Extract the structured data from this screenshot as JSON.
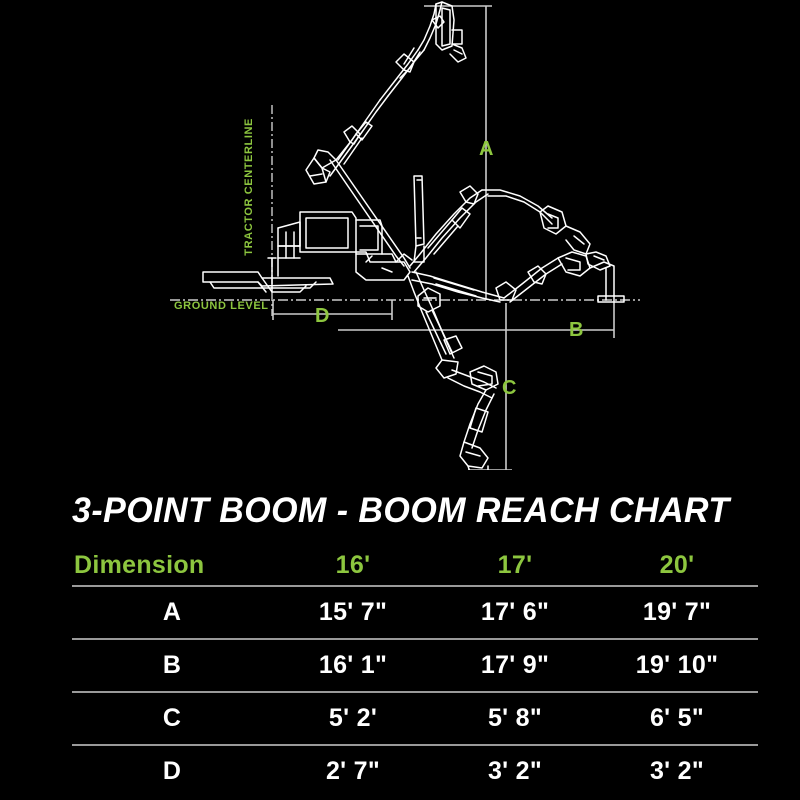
{
  "title": "3-POINT BOOM - BOOM REACH CHART",
  "colors": {
    "accent_green": "#8DC63F",
    "background": "#000000",
    "line_white": "#ffffff",
    "divider_gray": "#9a9a9a"
  },
  "diagram": {
    "labels": {
      "a": "A",
      "b": "B",
      "c": "C",
      "d": "D",
      "ground_level": "GROUND LEVEL",
      "tractor_centerline": "TRACTOR CENTERLINE"
    }
  },
  "table": {
    "columns": [
      "Dimension",
      "16'",
      "17'",
      "20'"
    ],
    "rows": [
      {
        "dimension": "A",
        "v16": "15' 7\"",
        "v17": "17' 6\"",
        "v20": "19' 7\""
      },
      {
        "dimension": "B",
        "v16": "16' 1\"",
        "v17": "17' 9\"",
        "v20": "19' 10\""
      },
      {
        "dimension": "C",
        "v16": "5' 2'",
        "v17": "5' 8\"",
        "v20": "6' 5\""
      },
      {
        "dimension": "D",
        "v16": "2' 7\"",
        "v17": "3' 2\"",
        "v20": "3' 2\""
      }
    ]
  }
}
